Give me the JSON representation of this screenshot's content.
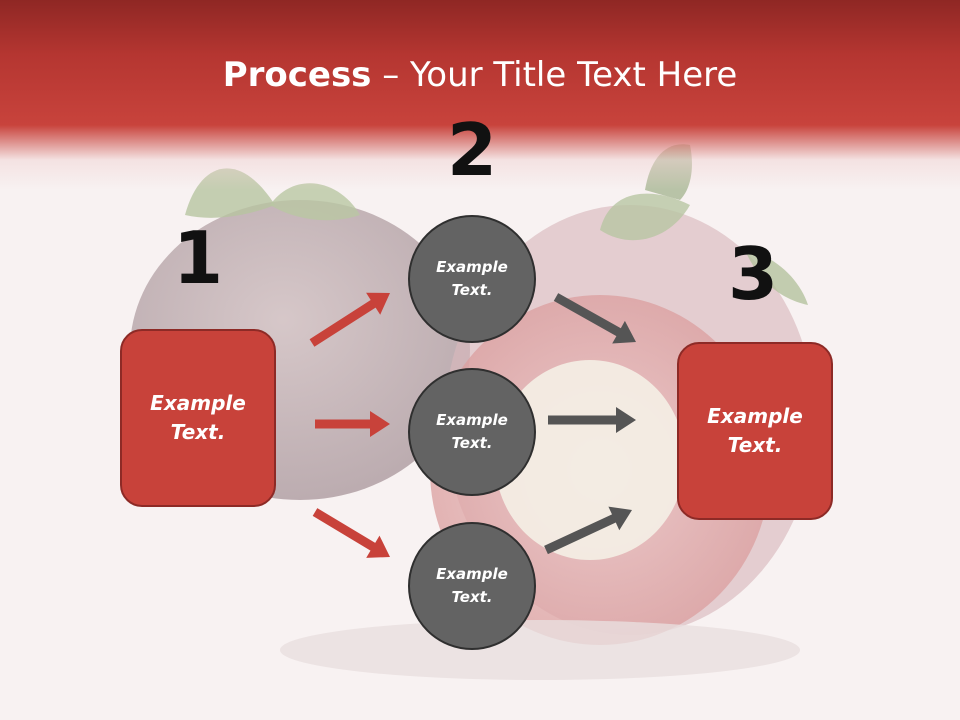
{
  "title": {
    "bold": "Process",
    "rest": " – Your Title Text Here"
  },
  "steps": [
    {
      "number": "1",
      "label": "Example Text."
    },
    {
      "number": "2",
      "labels": [
        "Example Text.",
        "Example Text.",
        "Example Text."
      ]
    },
    {
      "number": "3",
      "label": "Example Text."
    }
  ],
  "colors": {
    "header": "#b53631",
    "box": "#c8423a",
    "circle": "#636363",
    "red_arrow": "#c8423a",
    "gray_arrow": "#555555"
  }
}
